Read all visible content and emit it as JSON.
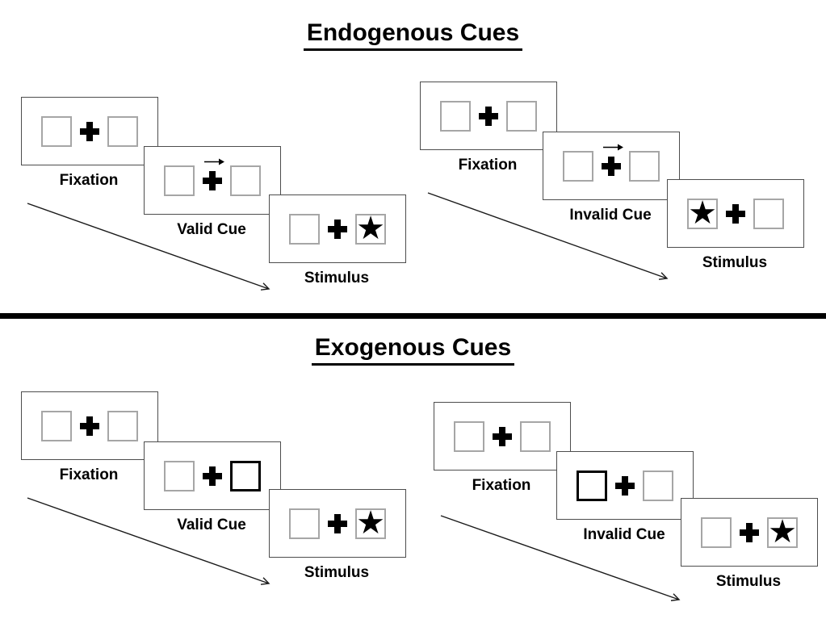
{
  "diagram": {
    "kind": "posner-cueing-paradigm",
    "background": "#ffffff"
  },
  "colors": {
    "panel_border": "#4d4d4d",
    "square_border": "#a6a6a6",
    "cue_highlight_border": "#000000",
    "ink": "#000000",
    "divider": "#000000"
  },
  "icons": {
    "star_glyph": "★",
    "star": "star-icon",
    "fixation_cross": "plus-cross-icon",
    "cue_arrow": "right-arrow-icon",
    "timeline_arrow": "diagonal-down-right-arrow-icon"
  },
  "sections": [
    {
      "title": "Endogenous Cues",
      "left_sequence": {
        "trial_type": "valid",
        "cue_direction": "right",
        "target_side": "right",
        "panels": [
          {
            "label": "Fixation"
          },
          {
            "label": "Valid Cue"
          },
          {
            "label": "Stimulus"
          }
        ]
      },
      "right_sequence": {
        "trial_type": "invalid",
        "cue_direction": "right",
        "target_side": "left",
        "panels": [
          {
            "label": "Fixation"
          },
          {
            "label": "Invalid Cue"
          },
          {
            "label": "Stimulus"
          }
        ]
      }
    },
    {
      "title": "Exogenous Cues",
      "left_sequence": {
        "trial_type": "valid",
        "cue_box_side": "right",
        "target_side": "right",
        "panels": [
          {
            "label": "Fixation"
          },
          {
            "label": "Valid Cue"
          },
          {
            "label": "Stimulus"
          }
        ]
      },
      "right_sequence": {
        "trial_type": "invalid",
        "cue_box_side": "left",
        "target_side": "right",
        "panels": [
          {
            "label": "Fixation"
          },
          {
            "label": "Invalid Cue"
          },
          {
            "label": "Stimulus"
          }
        ]
      }
    }
  ]
}
